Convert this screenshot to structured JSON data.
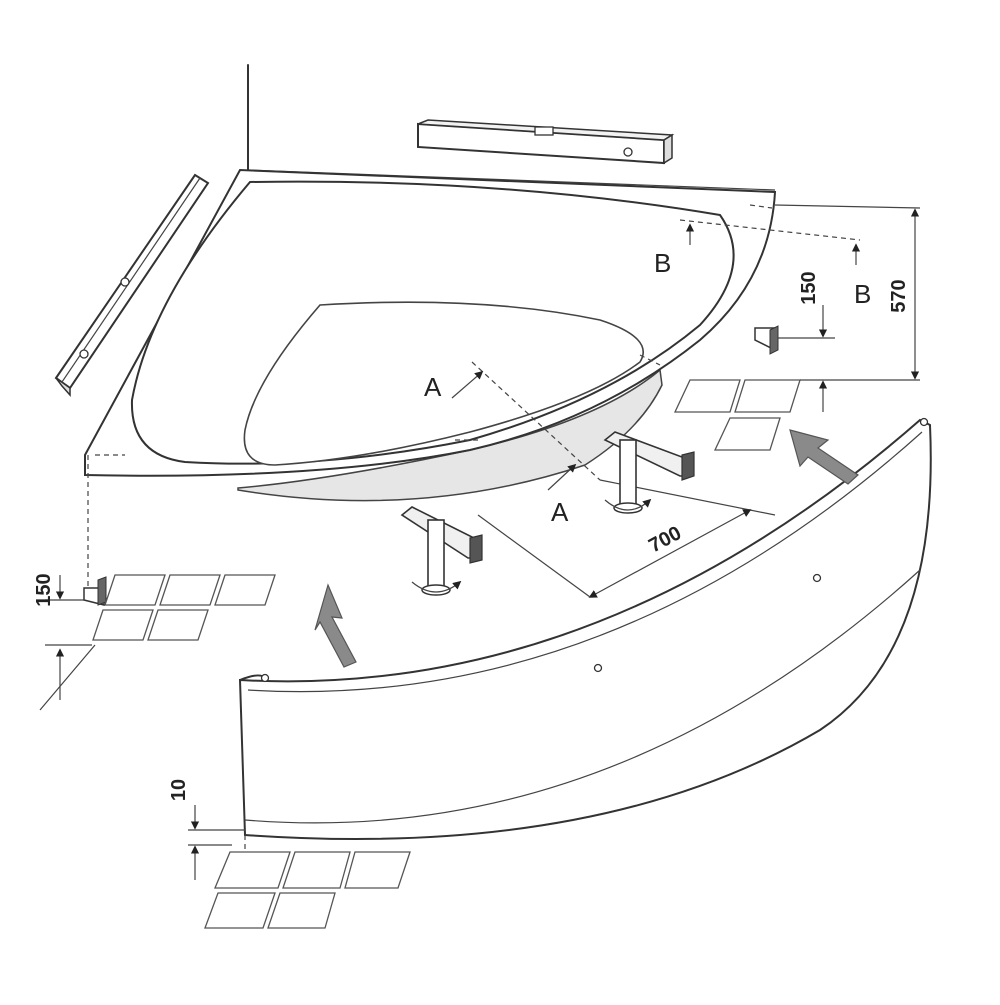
{
  "diagram": {
    "labels": {
      "a_top": "A",
      "a_bottom": "A",
      "b_left": "B",
      "b_right": "B"
    },
    "dimensions": {
      "leg_distance": "700",
      "total_height": "570",
      "upper_height": "150",
      "left_height": "150",
      "panel_gap": "10"
    },
    "colors": {
      "line": "#333333",
      "arrow_fill": "#8a8a8a",
      "tub_shadow": "#e6e6e6"
    }
  }
}
